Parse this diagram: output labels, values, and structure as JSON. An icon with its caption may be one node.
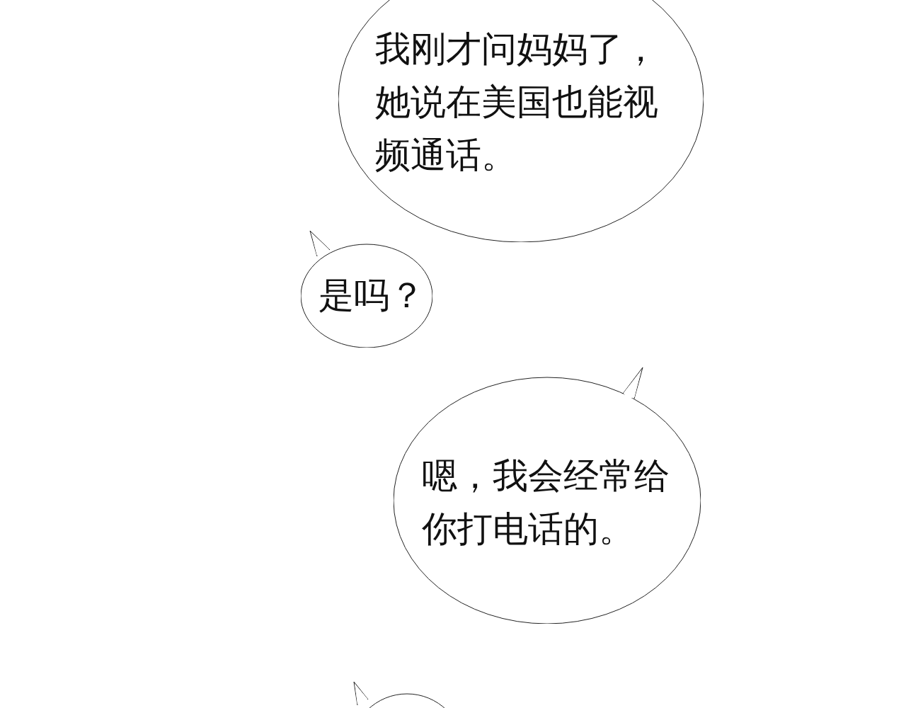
{
  "diagram": {
    "nodes": [
      {
        "text": [
          "我刚才问妈妈了，她说在美国也能视频通话。"
        ]
      },
      {
        "text": [
          "是吗？"
        ]
      },
      {
        "text": [
          "嗯，我会经常给你打电话的。"
        ]
      },
      {
        "text": [],
        "shape": "ellipse"
      }
    ]
  }
}
